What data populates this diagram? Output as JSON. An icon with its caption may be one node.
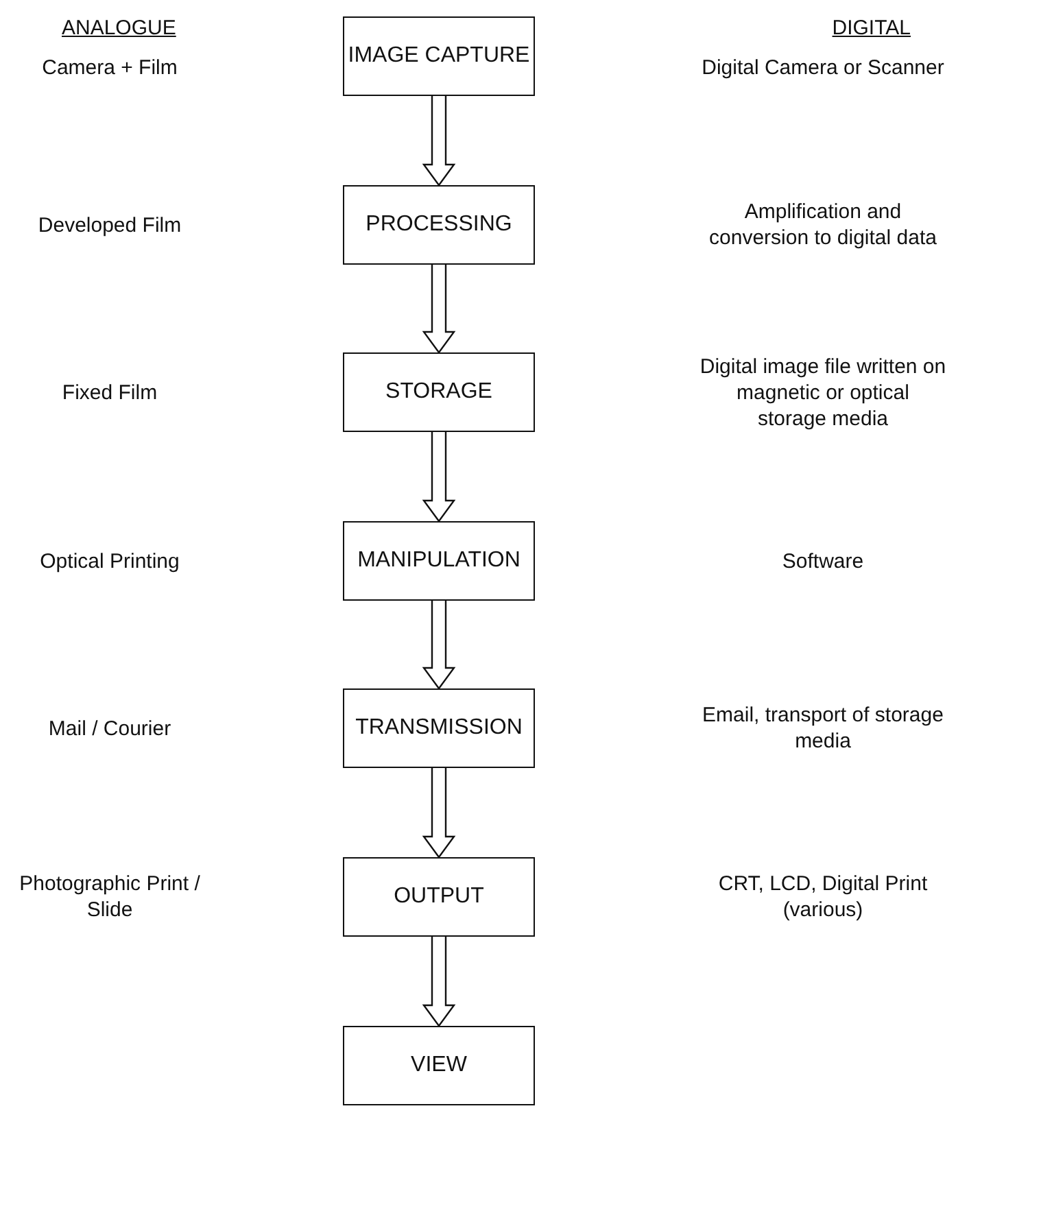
{
  "diagram": {
    "nodes": [
      {
        "text": [
          "IMAGE CAPTURE"
        ]
      },
      {
        "text": [
          "PROCESSING"
        ]
      },
      {
        "text": [
          "STORAGE"
        ]
      },
      {
        "text": [
          "MANIPULATION"
        ]
      },
      {
        "text": [
          "TRANSMISSION"
        ]
      },
      {
        "text": [
          "OUTPUT"
        ]
      },
      {
        "text": [
          "VIEW"
        ]
      }
    ],
    "edges": [
      {
        "from": 0,
        "to": 1,
        "arrow": "to"
      },
      {
        "from": 1,
        "to": 2,
        "arrow": "to"
      },
      {
        "from": 2,
        "to": 3,
        "arrow": "to"
      },
      {
        "from": 3,
        "to": 4,
        "arrow": "to"
      },
      {
        "from": 4,
        "to": 5,
        "arrow": "to"
      },
      {
        "from": 5,
        "to": 6,
        "arrow": "to"
      }
    ],
    "labels": [
      "ANALOGUE",
      "DIGITAL",
      "Camera + Film",
      "Digital Camera or Scanner",
      "Developed Film",
      "Amplification and conversion to digital data",
      "Fixed Film",
      "Digital image file written on magnetic or optical storage media",
      "Optical Printing",
      "Software",
      "Mail / Courier",
      "Email, transport of storage media",
      "Photographic Print / Slide",
      "CRT, LCD, Digital Print (various)"
    ]
  }
}
